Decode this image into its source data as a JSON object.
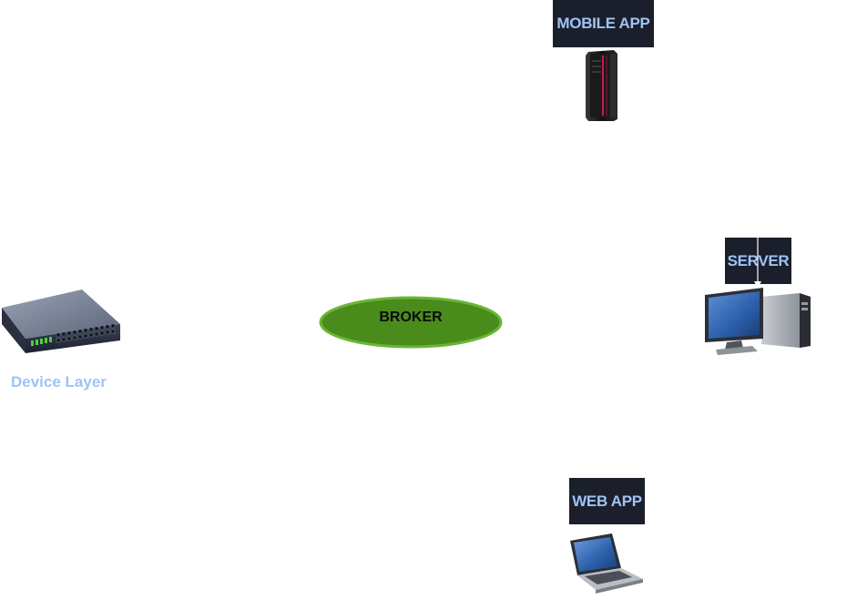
{
  "nodes": {
    "mobile_app": {
      "label": "MOBILE APP",
      "icon": "server-rack-icon"
    },
    "server": {
      "label": "SERVER",
      "icon": "desktop-computer-icon"
    },
    "web_app": {
      "label": "WEB APP",
      "icon": "laptop-icon"
    },
    "device_layer": {
      "label": "Device Layer",
      "icon": "network-switch-icon"
    },
    "broker": {
      "label": "BROKER",
      "shape": "ellipse"
    }
  },
  "colors": {
    "label_bg": "#1b1f2b",
    "label_text": "#9ec3f5",
    "broker_fill": "#4a8c1c",
    "broker_stroke": "#6ab634"
  }
}
